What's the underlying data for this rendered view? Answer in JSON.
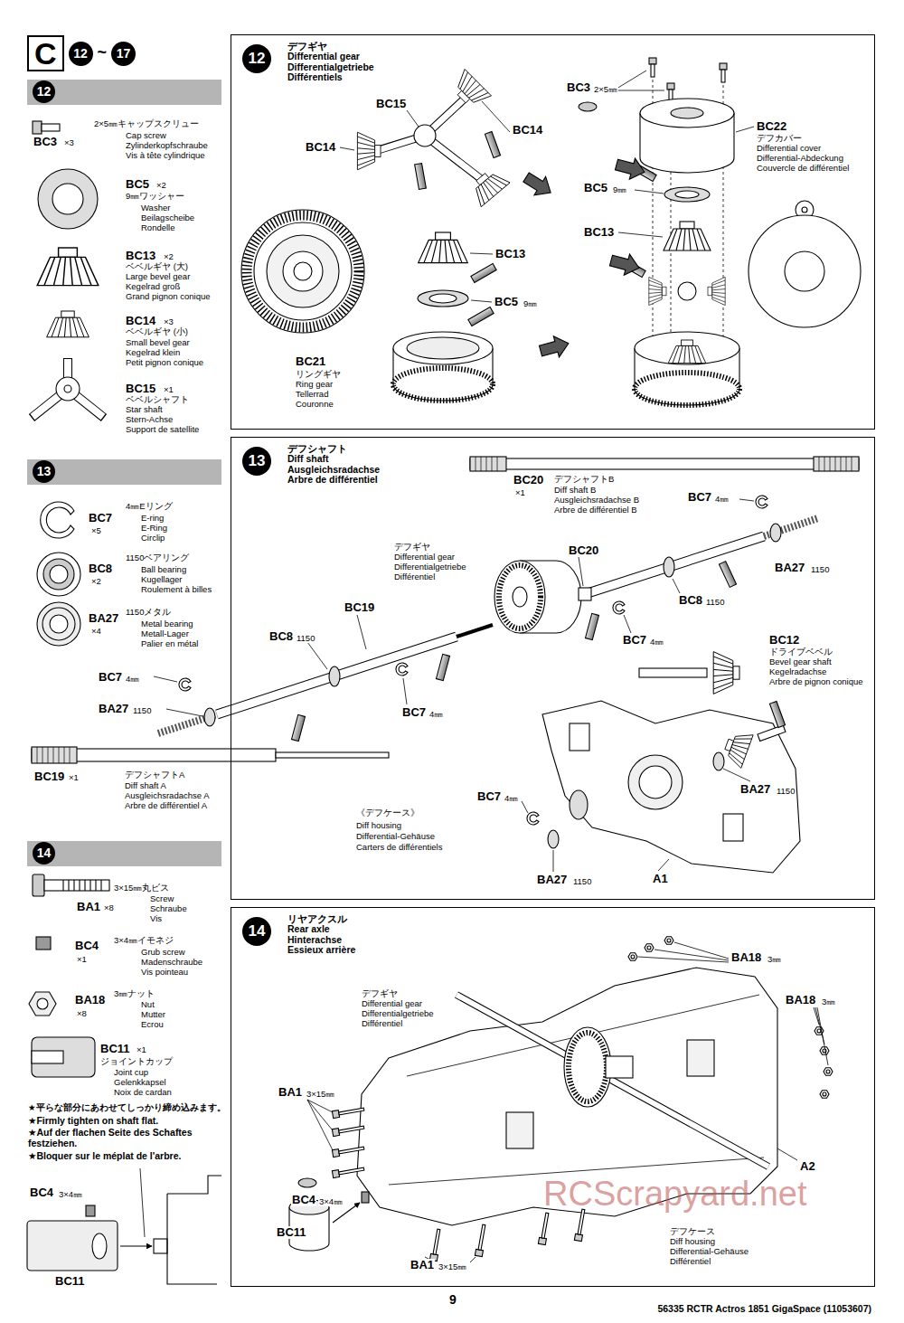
{
  "diagram": {
    "nodes": [
      {
        "text": [
          "C",
          "12",
          "~",
          "17"
        ]
      },
      {
        "text": [
          "12"
        ]
      },
      {
        "text": [
          "13"
        ]
      },
      {
        "text": [
          "14"
        ]
      },
      {
        "text": [
          "12",
          "デフギヤ",
          "Differential gear",
          "Differentialgetriebe",
          "Différentiels"
        ]
      },
      {
        "text": [
          "13",
          "デフシャフト",
          "Diff shaft",
          "Ausgleichsradachse",
          "Arbre de différentiel"
        ]
      },
      {
        "text": [
          "14",
          "リヤアクスル",
          "Rear axle",
          "Hinterachse",
          "Essieux arrière"
        ]
      }
    ],
    "labels": [
      "BC3",
      "×3",
      "2×5㎜キャップスクリュー",
      "Cap screw",
      "Zylinderkopfschraube",
      "Vis à tête cylindrique",
      "BC5",
      "×2",
      "9㎜ワッシャー",
      "Washer",
      "Beilagscheibe",
      "Rondelle",
      "BC13",
      "×2",
      "ベベルギヤ (大)",
      "Large bevel gear",
      "Kegelrad groß",
      "Grand pignon conique",
      "BC14",
      "×3",
      "ベベルギヤ (小)",
      "Small bevel gear",
      "Kegelrad klein",
      "Petit pignon conique",
      "BC15",
      "×1",
      "ベベルシャフト",
      "Star shaft",
      "Stern-Achse",
      "Support de satellite",
      "BC7",
      "×5",
      "4㎜Eリング",
      "E-ring",
      "E-Ring",
      "Circlip",
      "BC8",
      "×2",
      "1150ベアリング",
      "Ball bearing",
      "Kugellager",
      "Roulement à billes",
      "BA27",
      "×4",
      "1150メタル",
      "Metal bearing",
      "Metall-Lager",
      "Palier en métal",
      "BA1",
      "×8",
      "3×15㎜丸ビス",
      "Screw",
      "Schraube",
      "Vis",
      "BC4",
      "×1",
      "3×4㎜イモネジ",
      "Grub screw",
      "Madenschraube",
      "Vis pointeau",
      "BA18",
      "×8",
      "3㎜ナット",
      "Nut",
      "Mutter",
      "Ecrou",
      "BC11",
      "×1",
      "ジョイントカップ",
      "Joint cup",
      "Gelenkkapsel",
      "Noix de cardan",
      "★平らな部分にあわせてしっかり締め込みます。",
      "★Firmly tighten on shaft flat.",
      "★Auf der flachen Seite des Schaftes festziehen.",
      "★Bloquer sur le méplat de l'arbre.",
      "BC4",
      "3×4㎜",
      "BC11",
      "BC15",
      "BC14",
      "BC14",
      "BC13",
      "BC5",
      "9㎜",
      "BC21",
      "リングギヤ",
      "Ring gear",
      "Tellerrad",
      "Couronne",
      "BC3",
      "2×5㎜",
      "BC22",
      "デフカバー",
      "Differential cover",
      "Differential-Abdeckung",
      "Couvercle de différentiel",
      "BC5",
      "9㎜",
      "BC13",
      "BC20",
      "×1",
      "デフシャフトB",
      "Diff shaft B",
      "Ausgleichsradachse B",
      "Arbre de différentiel B",
      "BC7",
      "4㎜",
      "デフギヤ",
      "Differential gear",
      "Differentialgetriebe",
      "Différentiel",
      "BC20",
      "BA27",
      "1150",
      "BC8",
      "1150",
      "BC7",
      "4㎜",
      "BC19",
      "BC8",
      "1150",
      "BC12",
      "ドライブベベル",
      "Bevel gear shaft",
      "Kegelradachse",
      "Arbre de pignon conique",
      "BC7",
      "4㎜",
      "BA27",
      "1150",
      "BC7",
      "4㎜",
      "BC19",
      "×1",
      "デフシャフトA",
      "Diff shaft A",
      "Ausgleichsradachse A",
      "Arbre de différentiel A",
      "《デフケース》",
      "Diff housing",
      "Differential-Gehäuse",
      "Carters de différentiels",
      "BA27",
      "1150",
      "BC7",
      "4㎜",
      "BA27",
      "1150",
      "A1",
      "デフギヤ",
      "Differential gear",
      "Differentialgetriebe",
      "Différentiel",
      "BA18",
      "3㎜",
      "BA18",
      "3㎜",
      "BA1",
      "3×15㎜",
      "A2",
      "BC4",
      "3×4㎜",
      "BC11",
      "デフケース",
      "Diff housing",
      "Differential-Gehäuse",
      "Différentiel",
      "BA1",
      "3×15㎜",
      "9",
      "56335 RCTR Actros 1851 GigaSpace (11053607)",
      "RCScrapyard.net"
    ]
  }
}
